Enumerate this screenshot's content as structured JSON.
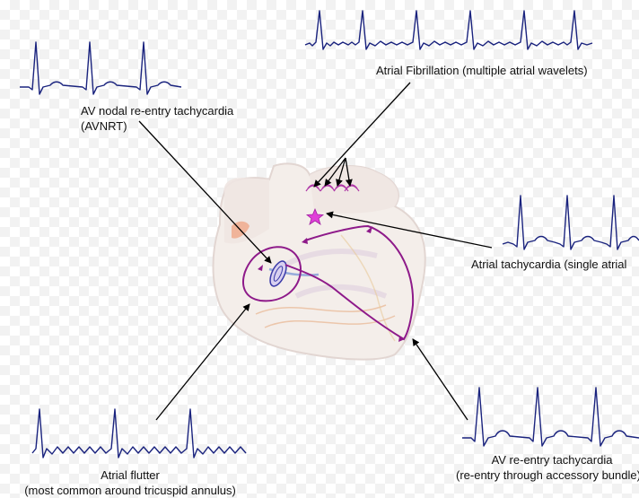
{
  "diagram": {
    "labels": {
      "af": "Atrial Fibrillation (multiple atrial wavelets)",
      "avnrt_line1": "AV nodal re-entry tachycardia",
      "avnrt_line2": "(AVNRT)",
      "at": "Atrial tachycardia (single atrial",
      "flutter_line1": "Atrial flutter",
      "flutter_line2": "(most common around tricuspid annulus)",
      "avrt_line1": "AV re-entry tachycardia",
      "avrt_line2": "(re-entry through accessory bundle)"
    },
    "colors": {
      "ecg": "#1a237e",
      "circuit": "#8e1a8a",
      "focus": "#e040d8",
      "arrow": "#000000",
      "heart": "#f3ece8"
    }
  }
}
